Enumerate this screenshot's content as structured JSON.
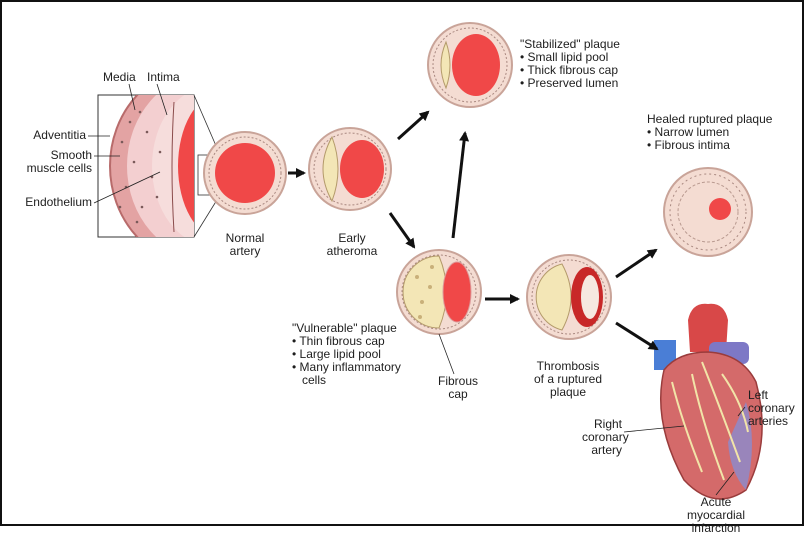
{
  "colors": {
    "lumen": "#f04848",
    "vessel_wall": "#f4dcd2",
    "wall_outline": "#c9a499",
    "lipid": "#f3e6b6",
    "thrombus": "#c82828",
    "aorta": "#4a7ed6",
    "heart": "#d46a6a",
    "arrow": "#111111"
  },
  "icons": {
    "arrow": "right-arrow-icon",
    "heart": "heart-illustration"
  },
  "inset": {
    "labels": {
      "media": "Media",
      "intima": "Intima",
      "adventitia": "Adventitia",
      "smooth_muscle": "Smooth\nmuscle cells",
      "endothelium": "Endothelium"
    }
  },
  "stages": {
    "normal": "Normal\nartery",
    "early": "Early\natheroma",
    "stabilized": {
      "title": "\"Stabilized\" plaque",
      "items": [
        "• Small lipid pool",
        "• Thick fibrous cap",
        "• Preserved lumen"
      ]
    },
    "vulnerable": {
      "title": "\"Vulnerable\" plaque",
      "items": [
        "• Thin fibrous cap",
        "• Large lipid pool",
        "• Many inflammatory",
        "   cells"
      ]
    },
    "fibrous_cap": "Fibrous\ncap",
    "thrombosis": "Thrombosis\nof a ruptured\nplaque",
    "healed": {
      "title": "Healed ruptured plaque",
      "items": [
        "• Narrow lumen",
        "• Fibrous intima"
      ]
    }
  },
  "heart_labels": {
    "right": "Right\ncoronary\nartery",
    "left": "Left\ncoronary\narteries",
    "infarction": "Acute myocardial\ninfarction"
  }
}
